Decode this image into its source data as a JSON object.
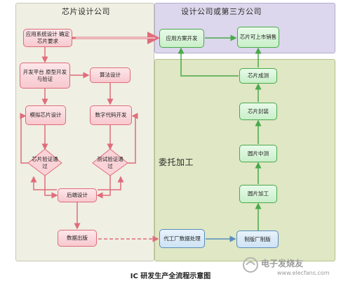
{
  "panels": {
    "chip_company": "芯片设计公司",
    "design_or_third_party": "设计公司或第三方公司",
    "outsourced": "委托加工"
  },
  "nodes": {
    "app_design": "应用系统设计 确定芯片要求",
    "platform": "开发平台 原型开发与验证",
    "algorithm": "算法设计",
    "analog": "模拟芯片设计",
    "digital": "数字代码开发",
    "chip_verify": "芯片验证通过",
    "test_verify": "测试验证通过",
    "backend": "后端设计",
    "data_release": "数据出版",
    "solution_dev": "应用方案开发",
    "market": "芯片可上市销售",
    "chip_test": "芯片成测",
    "packaging": "芯片封装",
    "wafer_test": "圆片中测",
    "wafer_fab": "圆片加工",
    "foundry_proc": "代工厂数据处理",
    "mask": "制版厂制版"
  },
  "caption": "IC 研发生产全流程示意图",
  "watermark": {
    "main": "电子发烧友",
    "sub": "www.elecfans.com"
  },
  "colors": {
    "red": "#e06c7b",
    "green": "#4aa84a",
    "blue": "#5a8dbb"
  }
}
